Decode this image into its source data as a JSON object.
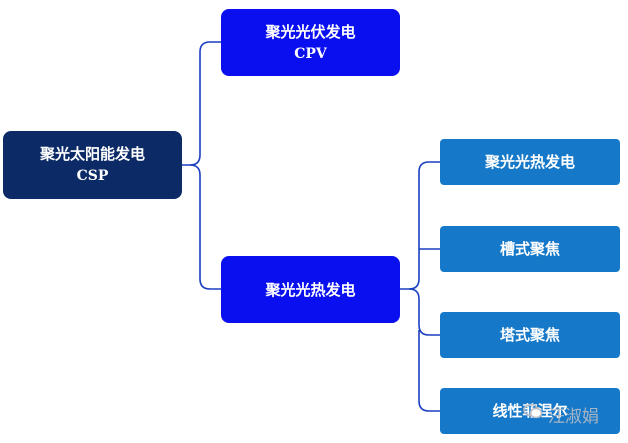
{
  "diagram": {
    "root": {
      "title": "聚光太阳能发电",
      "subtitle": "CSP"
    },
    "branch_cpv": {
      "title": "聚光光伏发电",
      "subtitle": "CPV"
    },
    "branch_csp": {
      "title": "聚光光热发电"
    },
    "children": [
      {
        "label": "聚光光热发电"
      },
      {
        "label": "槽式聚焦"
      },
      {
        "label": "塔式聚焦"
      },
      {
        "label": "线性菲涅尔"
      }
    ]
  },
  "watermark": {
    "text": "汪淑娟"
  },
  "colors": {
    "root_fill": "#0b2a66",
    "branch_fill": "#0a0ff0",
    "leaf_fill": "#1578c8",
    "connector": "#1a3fc0"
  }
}
